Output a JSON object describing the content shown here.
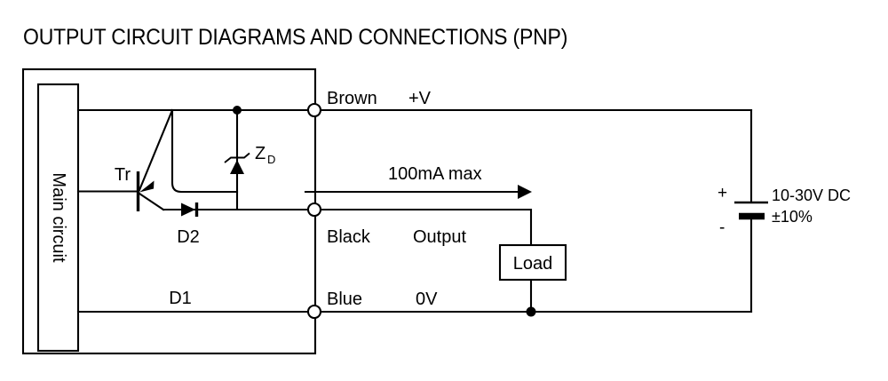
{
  "title": "OUTPUT CIRCUIT DIAGRAMS AND CONNECTIONS (PNP)",
  "diagram": {
    "internal_block": {
      "label": "Main circuit"
    },
    "components": [
      {
        "name": "transistor",
        "label": "Tr",
        "type": "pnp-transistor"
      },
      {
        "name": "zener-diode",
        "label": "Z",
        "subscript": "D",
        "type": "zener-diode"
      },
      {
        "name": "diode-d2",
        "label": "D2",
        "type": "diode"
      },
      {
        "name": "diode-d1",
        "label": "D1",
        "type": "diode"
      }
    ],
    "terminals": [
      {
        "wire_color": "Brown",
        "function": "+V"
      },
      {
        "wire_color": "Black",
        "function": "Output"
      },
      {
        "wire_color": "Blue",
        "function": "0V"
      }
    ],
    "current_rating": "100mA max",
    "load": {
      "label": "Load"
    },
    "supply": {
      "positive_sign": "+",
      "negative_sign": "-",
      "voltage": "10-30V DC",
      "tolerance": "±10%"
    }
  },
  "colors": {
    "line": "#000000",
    "background": "#ffffff"
  }
}
